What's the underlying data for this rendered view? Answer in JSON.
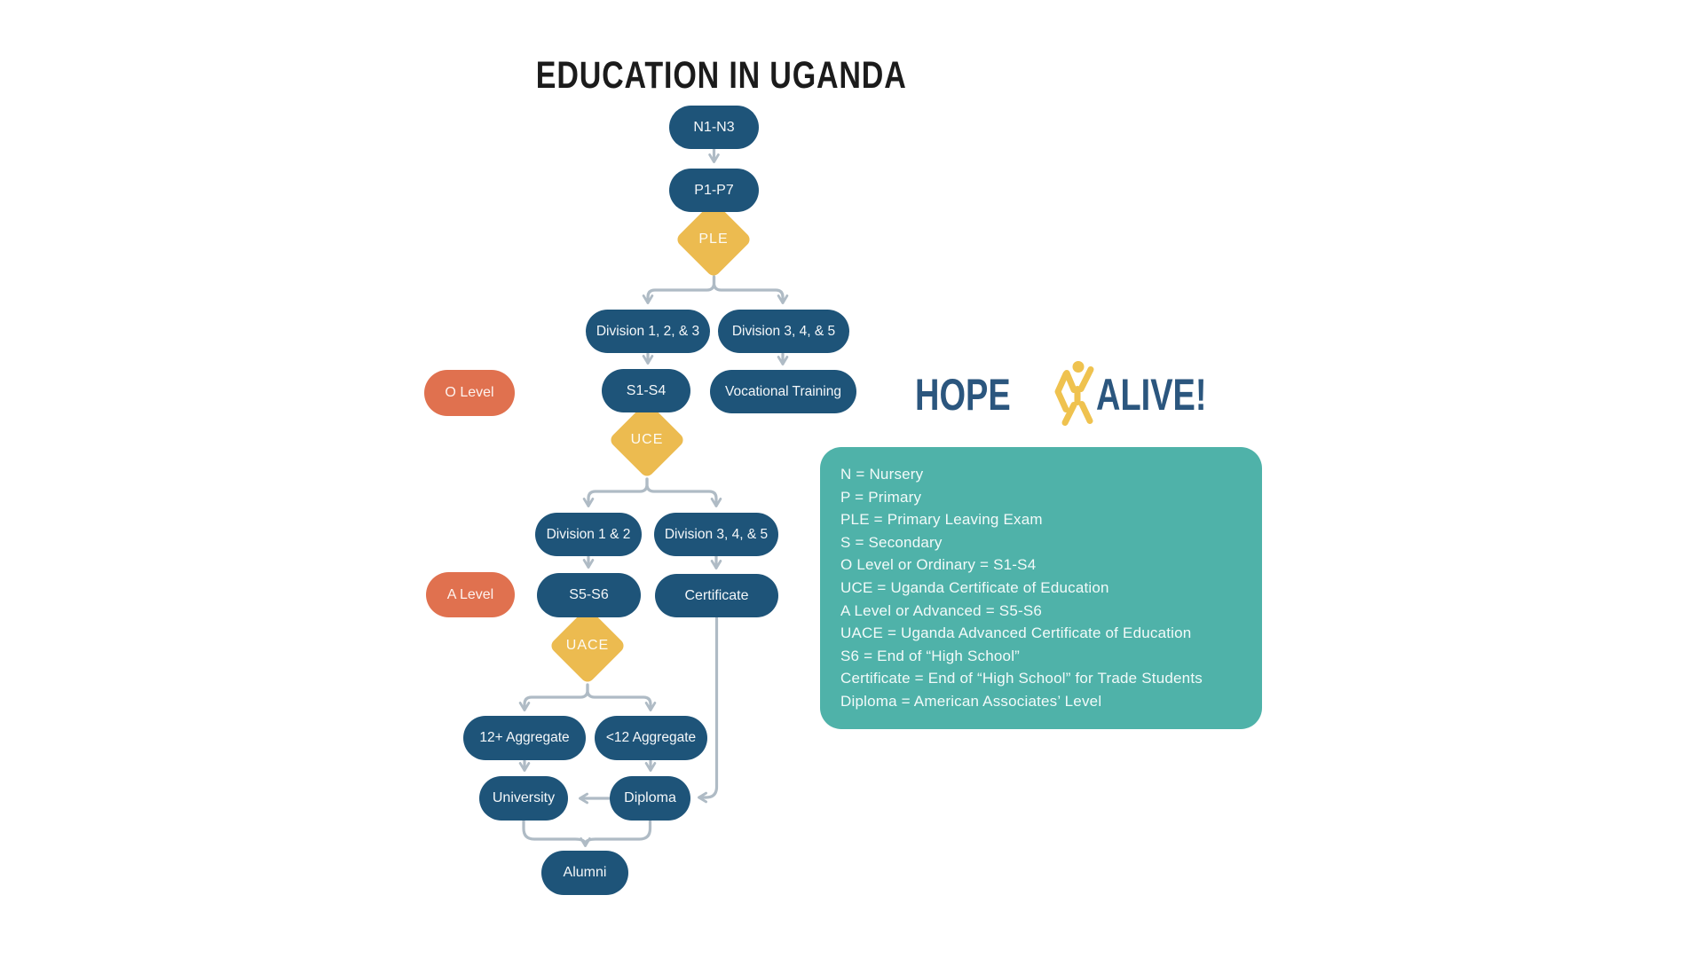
{
  "title": "EDUCATION IN UGANDA",
  "colors": {
    "node_blue": "#1e5479",
    "exam_gold": "#ecbb50",
    "level_orange": "#e0714f",
    "legend_teal": "#4fb2a9",
    "connector_gray": "#afbbc5",
    "logo_blue": "#2b567e",
    "logo_gold": "#efc24f"
  },
  "flowchart": {
    "stages": {
      "n1n3": "N1-N3",
      "p1p7": "P1-P7",
      "div123": "Division 1, 2, & 3",
      "div345a": "Division 3, 4, & 5",
      "s1s4": "S1-S4",
      "vocational": "Vocational Training",
      "div12": "Division 1 & 2",
      "div345b": "Division 3, 4, & 5",
      "s5s6": "S5-S6",
      "certificate": "Certificate",
      "agg12plus": "12+ Aggregate",
      "agg12minus": "<12 Aggregate",
      "university": "University",
      "diploma": "Diploma",
      "alumni": "Alumni"
    },
    "exams": {
      "ple": "PLE",
      "uce": "UCE",
      "uace": "UACE"
    },
    "levels": {
      "o_level": "O Level",
      "a_level": "A Level"
    }
  },
  "logo": {
    "word1": "HOPE",
    "word2": "ALIVE!",
    "figure_icon": "jumping-person-icon"
  },
  "legend": {
    "items": [
      "N = Nursery",
      "P = Primary",
      "PLE = Primary Leaving Exam",
      "S = Secondary",
      "O Level or Ordinary = S1-S4",
      "UCE = Uganda Certificate of Education",
      "A Level or Advanced = S5-S6",
      "UACE = Uganda Advanced Certificate of Education",
      "S6 = End of “High School”",
      "Certificate = End of “High School” for Trade Students",
      "Diploma = American Associates’ Level"
    ]
  }
}
